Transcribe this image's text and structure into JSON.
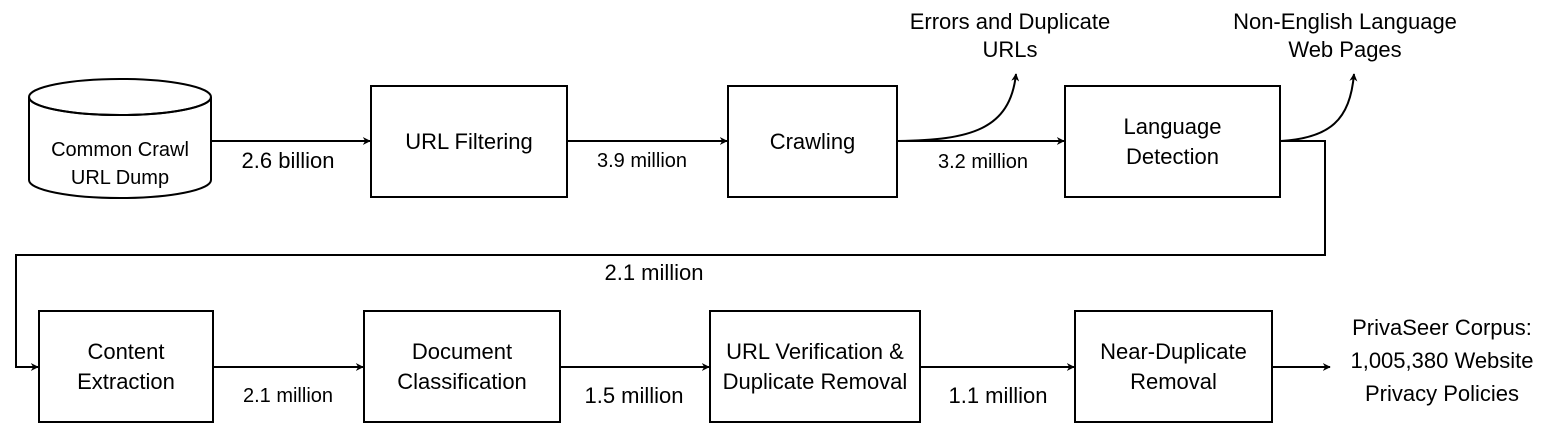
{
  "source": {
    "line1": "Common Crawl",
    "line2": "URL Dump"
  },
  "steps": {
    "url_filtering": {
      "line1": "URL Filtering"
    },
    "crawling": {
      "line1": "Crawling"
    },
    "language_detection": {
      "line1": "Language",
      "line2": "Detection"
    },
    "content_extraction": {
      "line1": "Content",
      "line2": "Extraction"
    },
    "document_classification": {
      "line1": "Document",
      "line2": "Classification"
    },
    "url_verification": {
      "line1": "URL Verification &",
      "line2": "Duplicate Removal"
    },
    "near_duplicate": {
      "line1": "Near-Duplicate",
      "line2": "Removal"
    }
  },
  "counts": {
    "c1": "2.6 billion",
    "c2": "3.9 million",
    "c3": "3.2 million",
    "c4": "2.1 million",
    "c5": "2.1 million",
    "c6": "1.5 million",
    "c7": "1.1 million"
  },
  "discards": {
    "errors": {
      "line1": "Errors and Duplicate",
      "line2": "URLs"
    },
    "non_english": {
      "line1": "Non-English Language",
      "line2": "Web Pages"
    }
  },
  "output": {
    "line1": "PrivaSeer Corpus:",
    "line2": "1,005,380 Website",
    "line3": "Privacy Policies"
  }
}
